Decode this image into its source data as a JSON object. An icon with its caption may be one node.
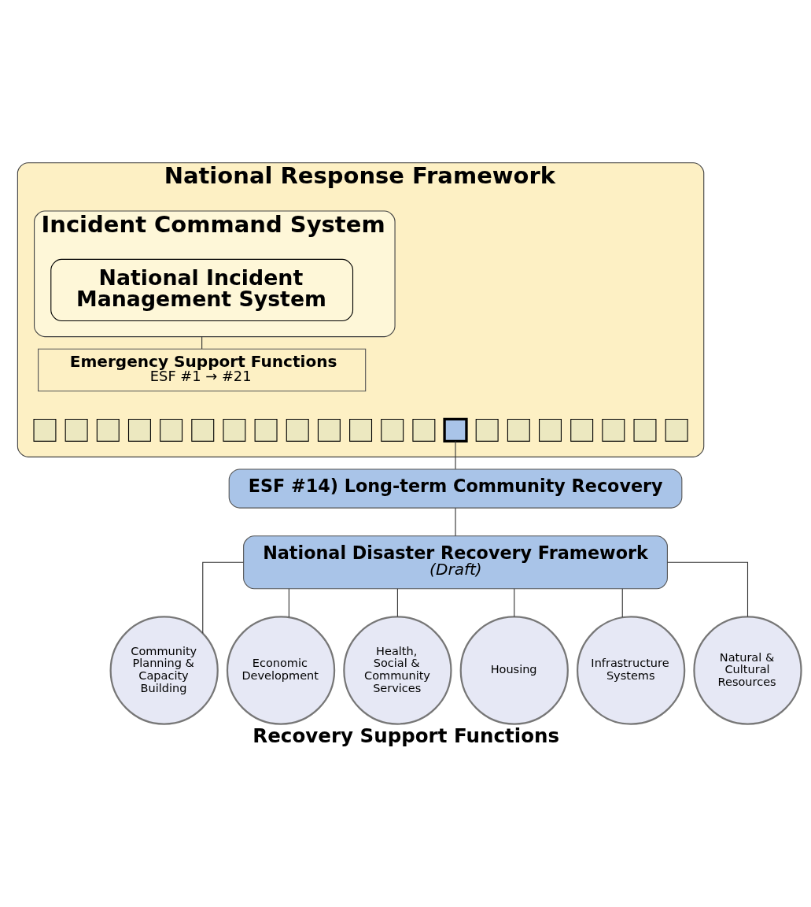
{
  "diagram": {
    "caption": "Recovery Support Functions",
    "nodes": [
      {
        "text": [
          "National Response Framework"
        ]
      },
      {
        "text": [
          "Incident Command System"
        ],
        "in": 0
      },
      {
        "text": [
          "National Incident Management System"
        ],
        "in": 1
      },
      {
        "text": [
          "Emergency Support Functions",
          "ESF #1 → #21"
        ],
        "in": 0
      },
      {
        "text": [],
        "shape": "box",
        "in": 0
      },
      {
        "text": [],
        "shape": "box",
        "in": 0
      },
      {
        "text": [],
        "shape": "box",
        "in": 0
      },
      {
        "text": [],
        "shape": "box",
        "in": 0
      },
      {
        "text": [],
        "shape": "box",
        "in": 0
      },
      {
        "text": [],
        "shape": "box",
        "in": 0
      },
      {
        "text": [],
        "shape": "box",
        "in": 0
      },
      {
        "text": [],
        "shape": "box",
        "in": 0
      },
      {
        "text": [],
        "shape": "box",
        "in": 0
      },
      {
        "text": [],
        "shape": "box",
        "in": 0
      },
      {
        "text": [],
        "shape": "box",
        "in": 0
      },
      {
        "text": [],
        "shape": "box",
        "in": 0
      },
      {
        "text": [],
        "shape": "box",
        "in": 0
      },
      {
        "text": [],
        "shape": "box",
        "in": 0
      },
      {
        "text": [],
        "shape": "box",
        "in": 0
      },
      {
        "text": [],
        "shape": "box",
        "in": 0
      },
      {
        "text": [],
        "shape": "box",
        "in": 0
      },
      {
        "text": [],
        "shape": "box",
        "in": 0
      },
      {
        "text": [],
        "shape": "box",
        "in": 0
      },
      {
        "text": [],
        "shape": "box",
        "in": 0
      },
      {
        "text": [],
        "shape": "box",
        "in": 0
      },
      {
        "text": [
          "ESF #14) Long-term Community Recovery"
        ]
      },
      {
        "text": [
          "National Disaster Recovery Framework",
          "(Draft)"
        ]
      },
      {
        "text": [
          "Community Planning & Capacity Building"
        ]
      },
      {
        "text": [
          "Economic Development"
        ]
      },
      {
        "text": [
          "Health, Social & Community Services"
        ]
      },
      {
        "text": [
          "Housing"
        ]
      },
      {
        "text": [
          "Infrastructure Systems"
        ]
      },
      {
        "text": [
          "Natural & Cultural Resources"
        ]
      }
    ],
    "edges": [
      {
        "from": 1,
        "to": 3,
        "arrow": "none"
      },
      {
        "from": 17,
        "to": 25,
        "arrow": "none"
      },
      {
        "from": 25,
        "to": 26,
        "arrow": "none"
      },
      {
        "from": 26,
        "to": 27,
        "arrow": "none"
      },
      {
        "from": 26,
        "to": 28,
        "arrow": "none"
      },
      {
        "from": 26,
        "to": 29,
        "arrow": "none"
      },
      {
        "from": 26,
        "to": 30,
        "arrow": "none"
      },
      {
        "from": 26,
        "to": 31,
        "arrow": "none"
      },
      {
        "from": 26,
        "to": 32,
        "arrow": "none"
      }
    ]
  }
}
